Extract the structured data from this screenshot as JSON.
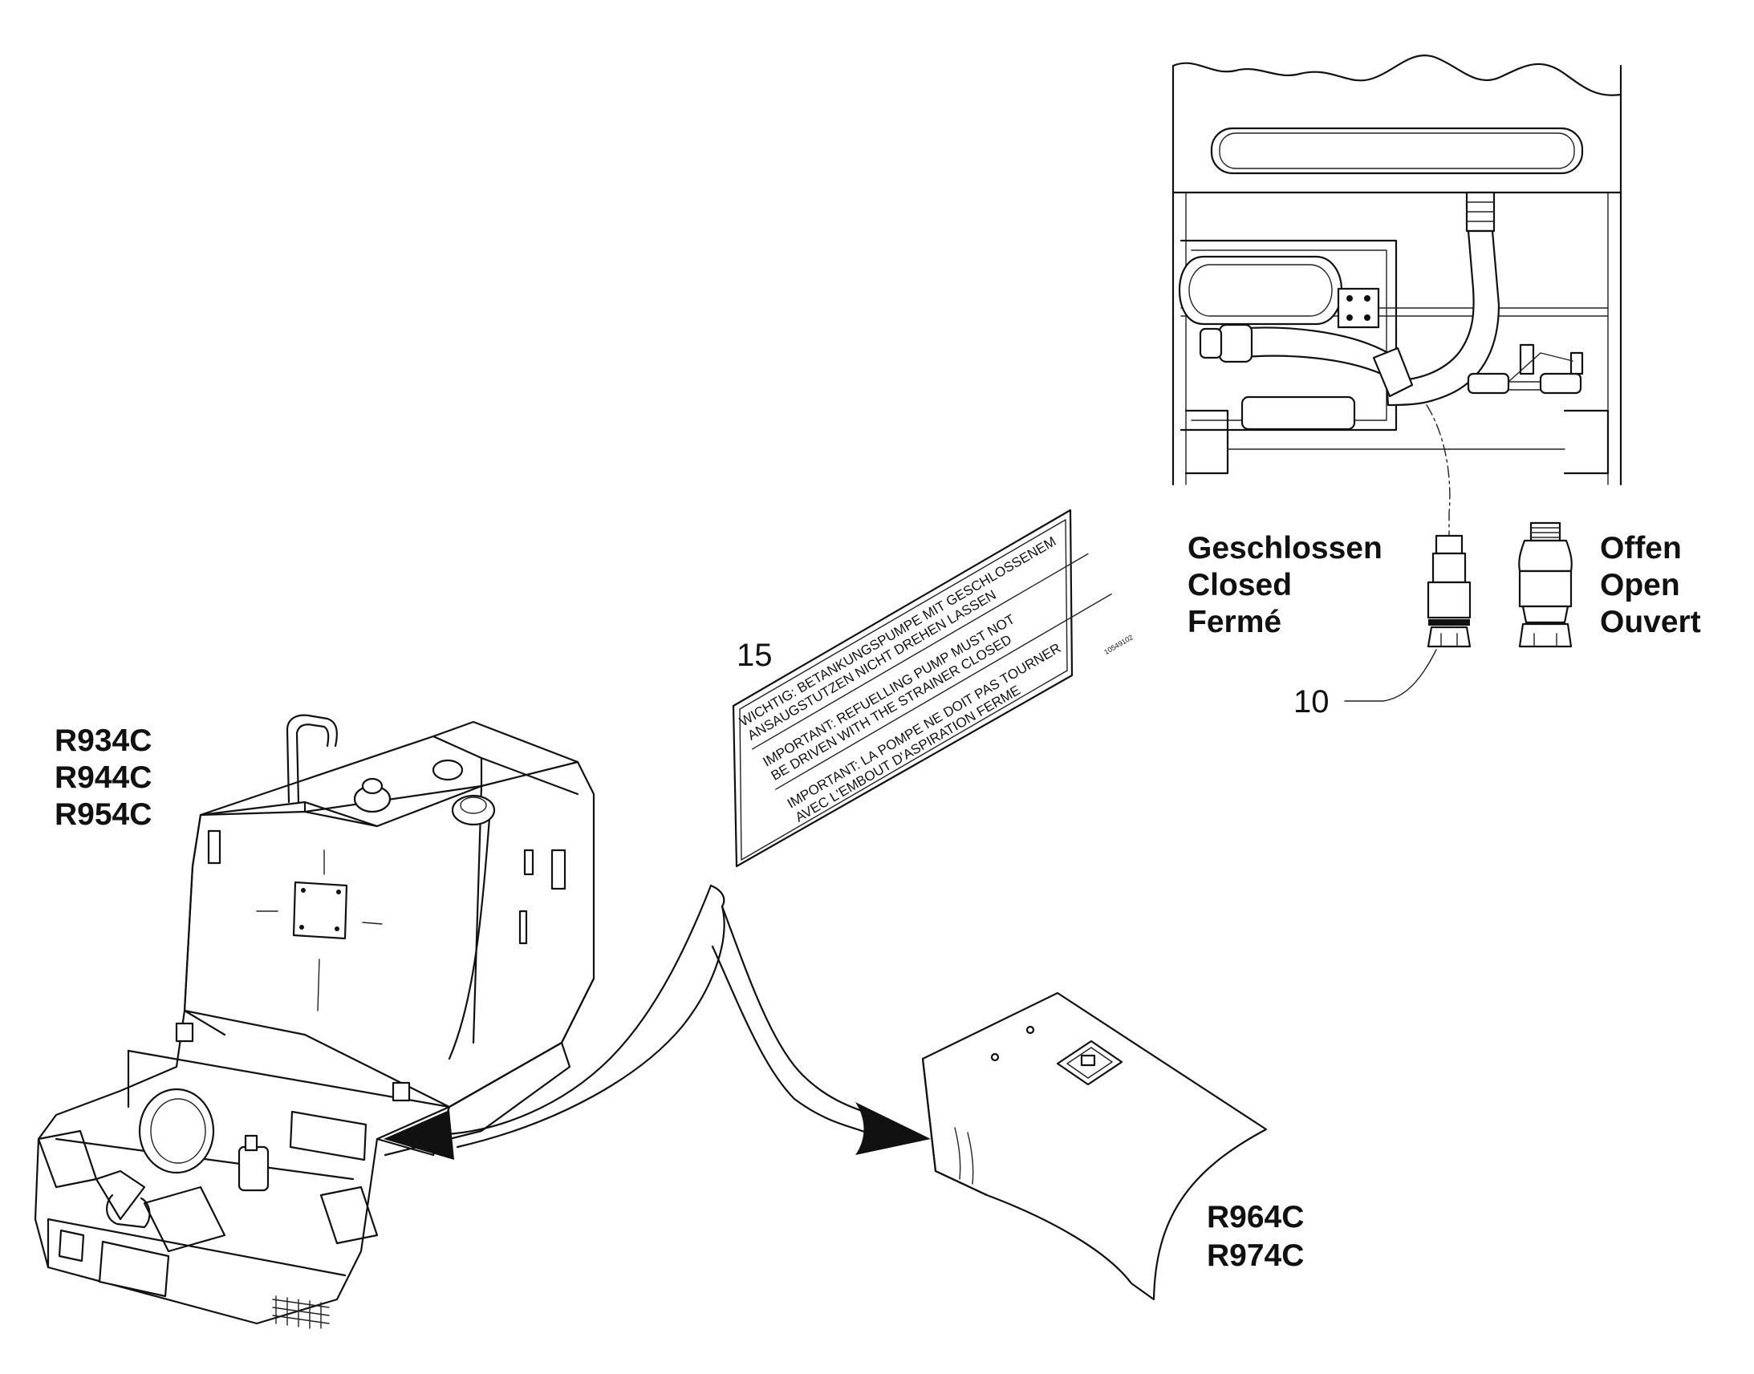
{
  "diagram": {
    "labels": {
      "models_left": [
        "R934C",
        "R944C",
        "R954C"
      ],
      "models_right": [
        "R964C",
        "R974C"
      ],
      "state_closed": [
        "Geschlossen",
        "Closed",
        "Fermé"
      ],
      "state_open": [
        "Offen",
        "Open",
        "Ouvert"
      ],
      "callout_decal": "15",
      "callout_valve": "10"
    },
    "decal": {
      "lines": [
        "WICHTIG: BETANKUNGSPUMPE MIT GESCHLOSSENEM",
        "ANSAUGSTUTZEN NICHT DREHEN LASSEN",
        "IMPORTANT: REFUELLING PUMP MUST NOT",
        "BE DRIVEN WITH THE STRAINER CLOSED",
        "IMPORTANT: LA POMPE NE DOIT PAS TOURNER",
        "AVEC L'EMBOUT D'ASPIRATION FERME"
      ],
      "part_number": "10549102"
    }
  }
}
